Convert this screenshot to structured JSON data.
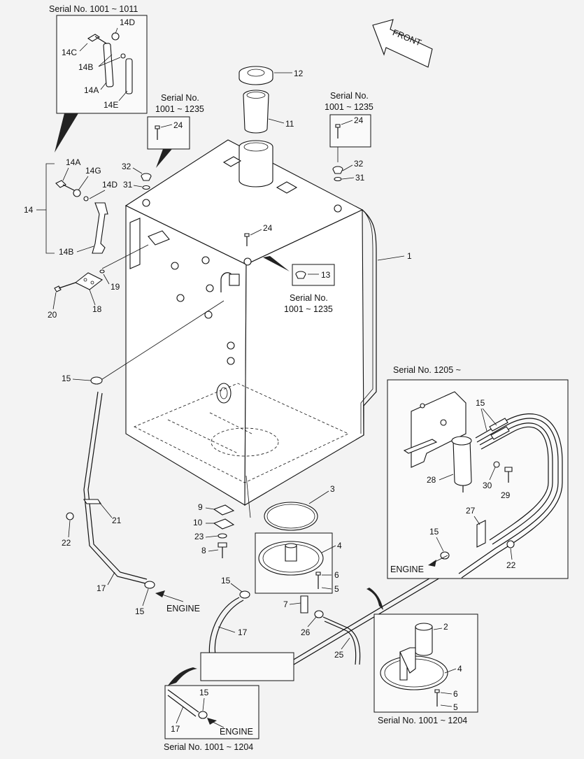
{
  "front_label": "FRONT",
  "engine_label": "ENGINE",
  "serials": {
    "s1001_1011": "Serial No. 1001 ~ 1011",
    "serial_no": "Serial No.",
    "s1001_1235": "1001 ~ 1235",
    "s1205": "Serial No. 1205 ~",
    "s1001_1204": "Serial No. 1001 ~ 1204"
  },
  "parts": {
    "p1": "1",
    "p2": "2",
    "p3": "3",
    "p4": "4",
    "p5": "5",
    "p6": "6",
    "p7": "7",
    "p8": "8",
    "p9": "9",
    "p10": "10",
    "p11": "11",
    "p12": "12",
    "p13": "13",
    "p14": "14",
    "p14A": "14A",
    "p14B": "14B",
    "p14C": "14C",
    "p14D": "14D",
    "p14E": "14E",
    "p14G": "14G",
    "p15": "15",
    "p17": "17",
    "p18": "18",
    "p19": "19",
    "p20": "20",
    "p21": "21",
    "p22": "22",
    "p23": "23",
    "p24": "24",
    "p25": "25",
    "p26": "26",
    "p27": "27",
    "p28": "28",
    "p29": "29",
    "p30": "30",
    "p31": "31",
    "p32": "32"
  }
}
